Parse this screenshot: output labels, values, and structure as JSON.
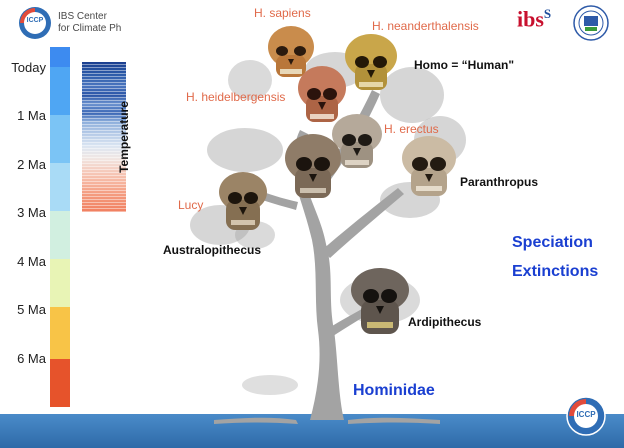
{
  "header": {
    "logo_badge": "ICCP",
    "center_name_line1": "IBS Center",
    "center_name_line2": "for Climate Ph"
  },
  "logos": {
    "ibs": "ibs",
    "ibs_superscript": "S",
    "university_seal": "seal-icon"
  },
  "timeline": {
    "labels": [
      "Today",
      "1 Ma",
      "2 Ma",
      "3 Ma",
      "4 Ma",
      "5 Ma",
      "6 Ma"
    ],
    "band_colors": [
      "#3d8bf0",
      "#4fa6f3",
      "#7bc4f5",
      "#b8e2f6",
      "#e4f3b9",
      "#f9c54a",
      "#e6532b"
    ]
  },
  "temperature": {
    "label": "Temperature"
  },
  "species": {
    "h_sapiens": "H. sapiens",
    "h_neanderthalensis": "H. neanderthalensis",
    "homo_human": "Homo = “Human\"",
    "h_heidelbergensis": "H. heidelbergensis",
    "h_erectus": "H. erectus",
    "paranthropus": "Paranthropus",
    "lucy": "Lucy",
    "australopithecus": "Australopithecus",
    "ardipithecus": "Ardipithecus",
    "hominidae": "Hominidae"
  },
  "legend": {
    "speciation": "Speciation",
    "extinctions": "Extinctions"
  },
  "colors": {
    "water": "#3a78b5",
    "tree": "#9a9a9a",
    "accent_blue": "#1a3fd1",
    "species_red": "#e06a4a"
  }
}
